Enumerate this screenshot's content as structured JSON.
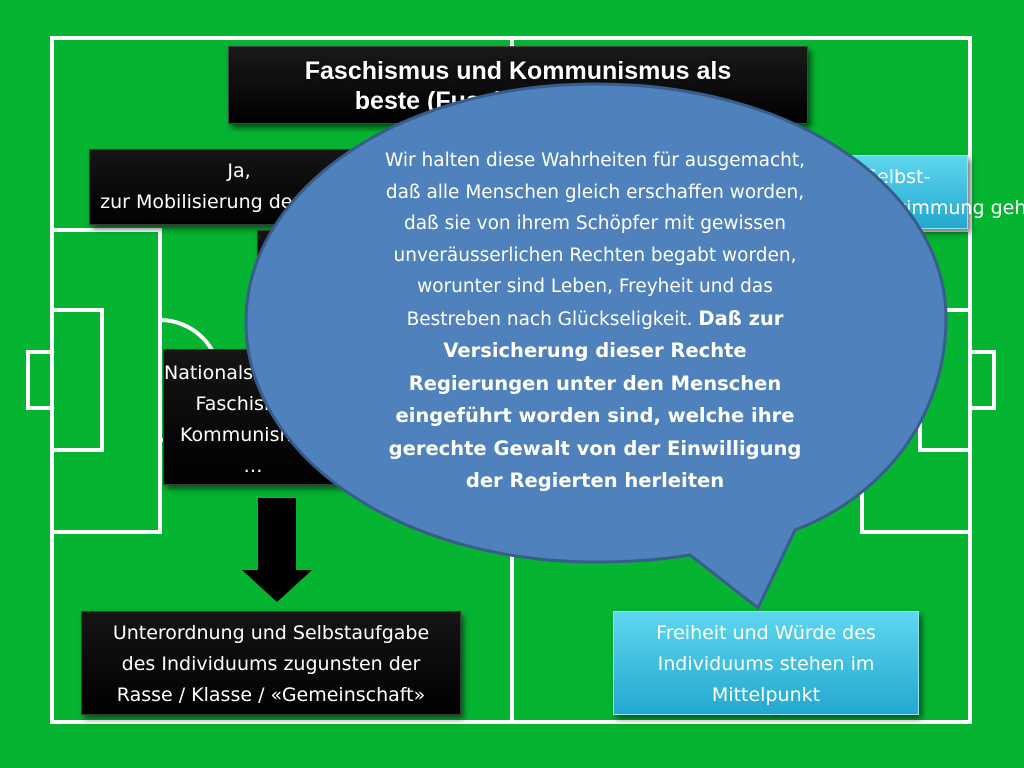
{
  "slide": {
    "title_line1": "Faschismus  und   Kommunismus als",
    "title_line2": "beste (Fussball) Strategie ?"
  },
  "left": {
    "top_box": {
      "line1": "Ja,",
      "line2": "zur Mobilisierung der Massen"
    },
    "center_box": {
      "line1": "Nationalsozialismus,",
      "line2": "Faschismus,",
      "line3": "Kommunismus,",
      "line4": "…"
    },
    "bottom_box": {
      "line1": "Unterordnung und Selbstaufgabe",
      "line2": "des Individuums zugunsten der",
      "line3": "Rasse / Klasse / «Gemeinschaft»"
    }
  },
  "right": {
    "top_box": {
      "line1": "Selbst-",
      "line2": "bestimmung geht"
    },
    "bottom_box": {
      "line1": "Freiheit und Würde des",
      "line2": "Individuums stehen im",
      "line3": "Mittelpunkt"
    }
  },
  "speech_bubble": {
    "line1": "Wir halten diese Wahrheiten für ausgemacht,",
    "line2": "daß alle Menschen gleich erschaffen worden,",
    "line3": "daß sie von ihrem Schöpfer mit gewissen",
    "line4": "unveräusserlichen Rechten begabt worden,",
    "line5": "worunter sind Leben, Freyheit und das",
    "line6_normal": "Bestreben nach Glückseligkeit. ",
    "line6_bold": "Daß zur",
    "line7": "Versicherung dieser Rechte",
    "line8": "Regierungen unter den Menschen",
    "line9_bold": "eingeführt worden sind",
    "line9_normal": ", welche ihre",
    "line10": "gerechte Gewalt von der Einwilligung",
    "line11": "der Regierten herleiten"
  },
  "colors": {
    "pitch_green": "#05b532",
    "field_lines": "#ffffff",
    "dark_box": "#000000",
    "cyan_box": "#3cc0e0",
    "bubble_fill": "#4f81bd",
    "bubble_stroke": "#385d8a"
  }
}
